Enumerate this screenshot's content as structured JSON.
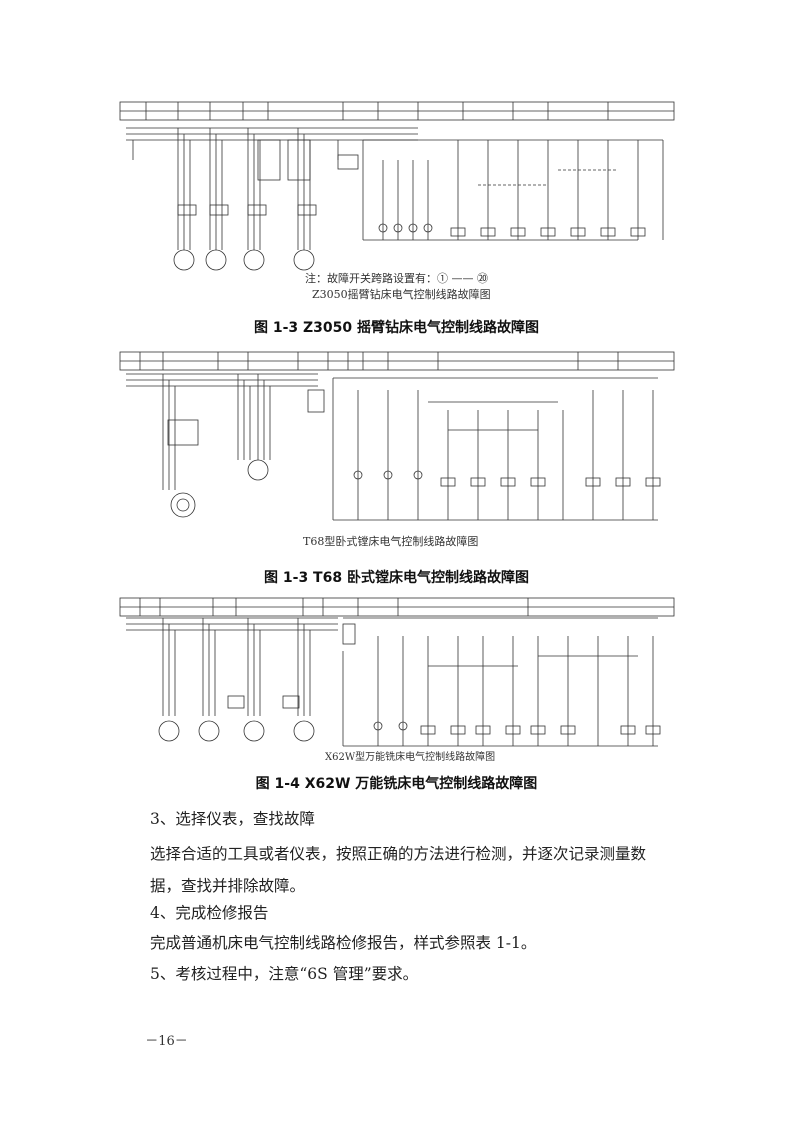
{
  "figures": [
    {
      "note": "注：故障开关跨路设置有：① —— ⑳",
      "sub_caption": "Z3050摇臂钻床电气控制线路故障图",
      "caption": "图 1-3 Z3050 摇臂钻床电气控制线路故障图"
    },
    {
      "sub_caption": "T68型卧式镗床电气控制线路故障图",
      "caption": "图 1-3 T68 卧式镗床电气控制线路故障图"
    },
    {
      "sub_caption": "X62W型万能铣床电气控制线路故障图",
      "caption": "图 1-4 X62W 万能铣床电气控制线路故障图"
    }
  ],
  "sections": [
    {
      "heading": "3、选择仪表，查找故障",
      "body": "选择合适的工具或者仪表，按照正确的方法进行检测，并逐次记录测量数据，查找并排除故障。"
    },
    {
      "heading": "4、完成检修报告",
      "body": "完成普通机床电气控制线路检修报告，样式参照表 1-1。"
    },
    {
      "heading": "5、考核过程中，注意“6S 管理”要求。"
    }
  ],
  "page_number": "－16－"
}
